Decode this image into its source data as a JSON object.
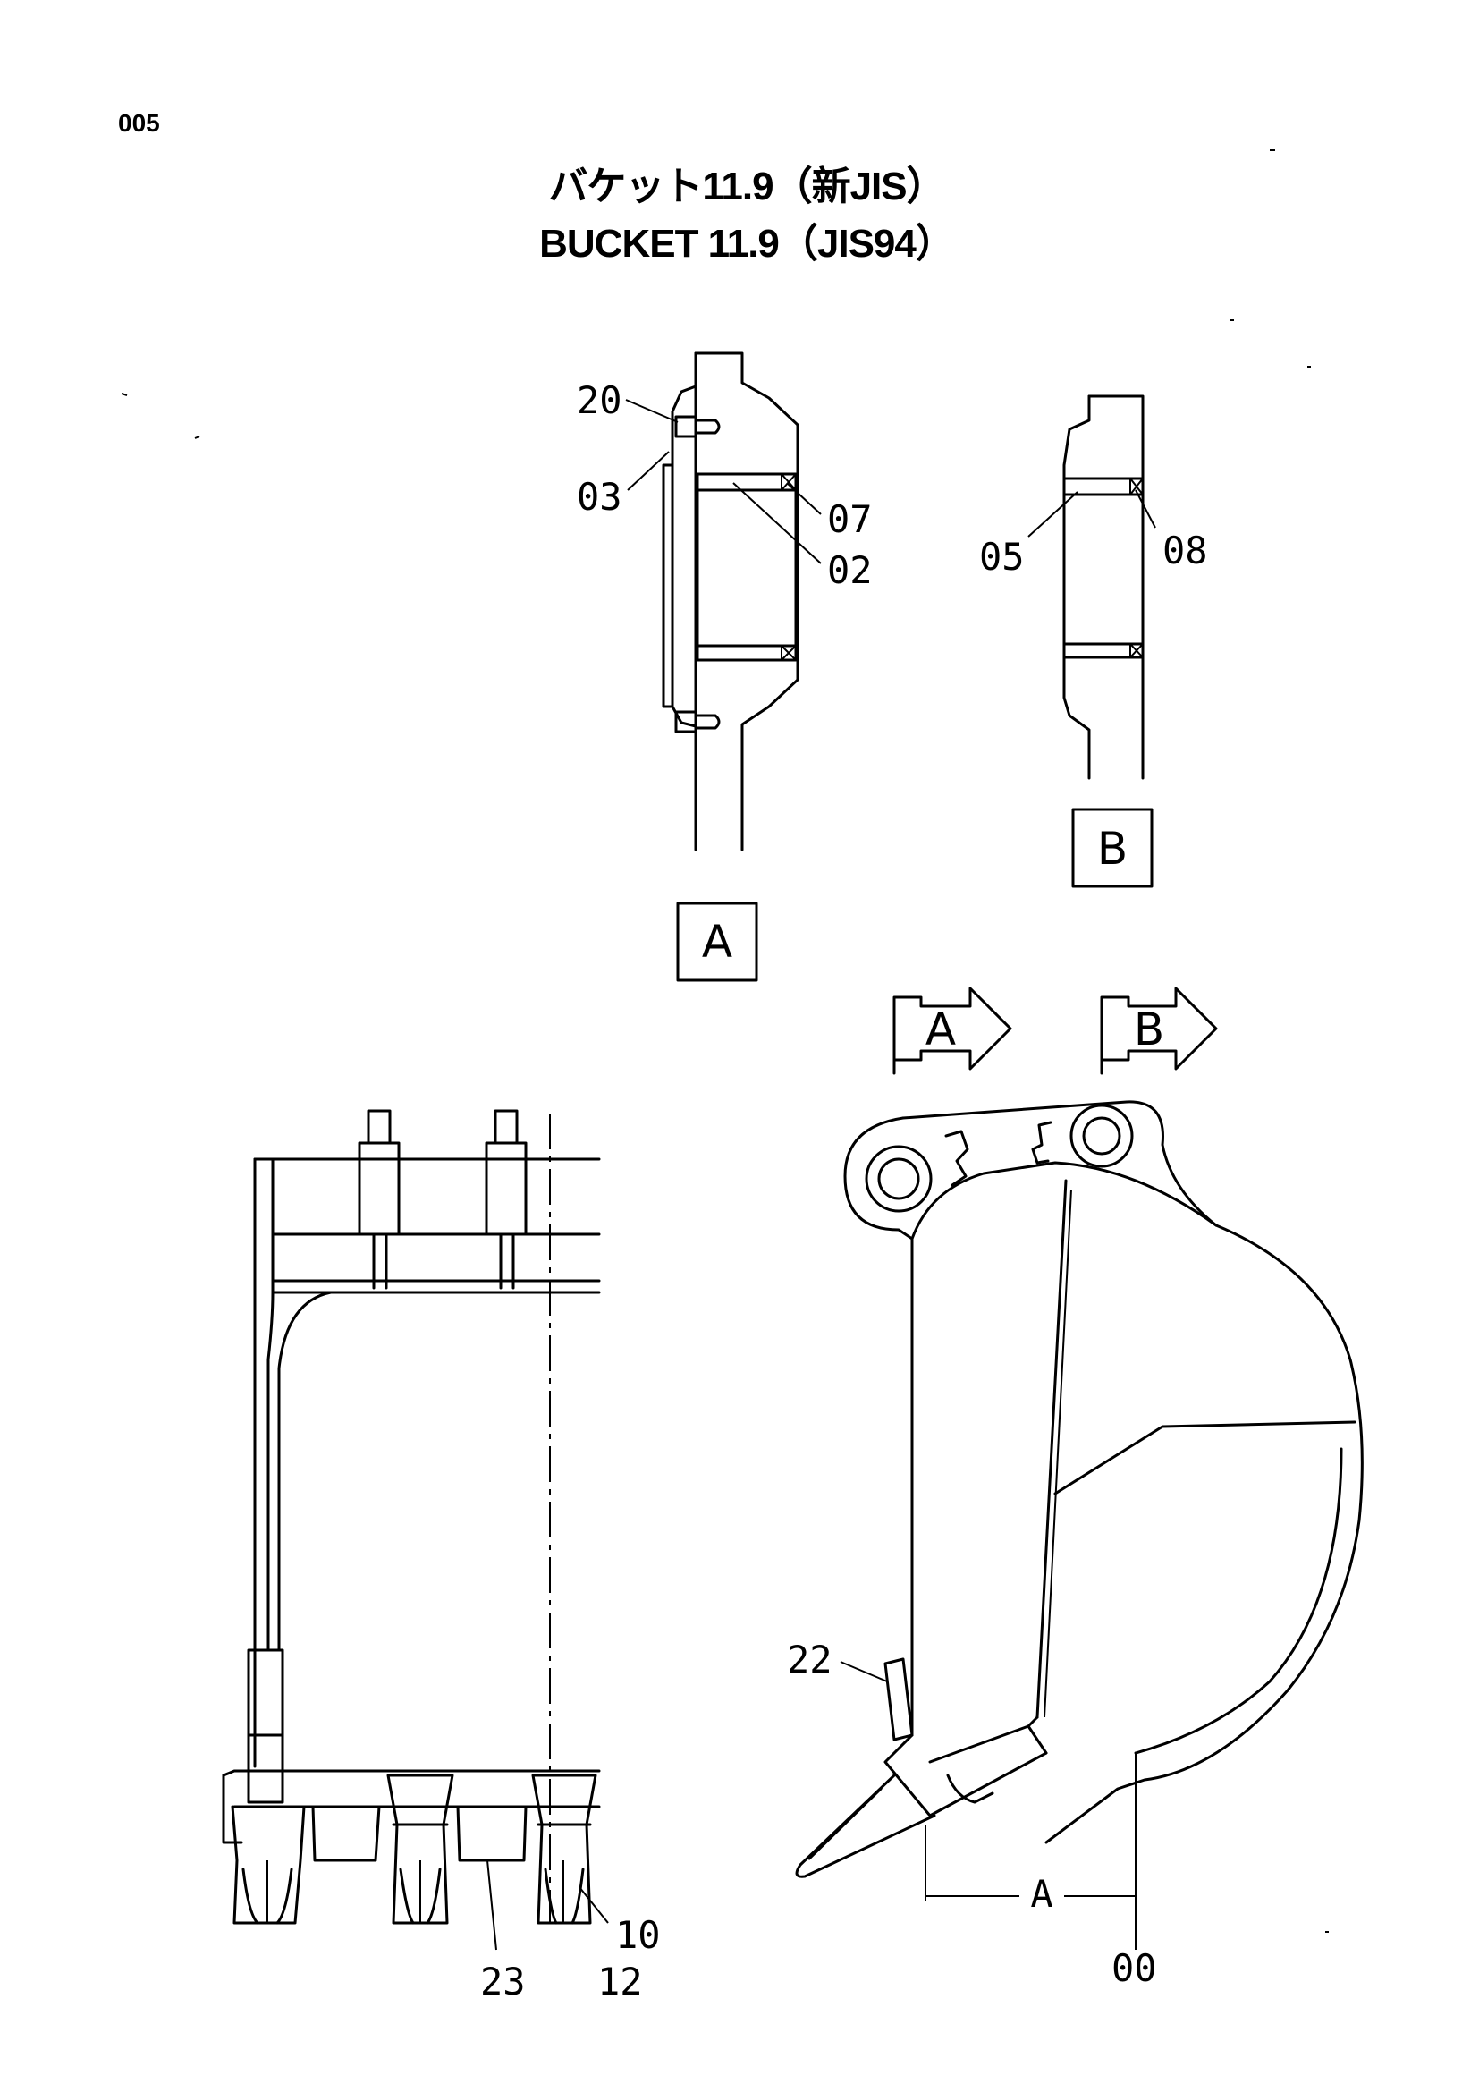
{
  "page_number": "005",
  "title": {
    "japanese": "バケット11.9（新JIS）",
    "english": "BUCKET 11.9（JIS94）"
  },
  "views": {
    "view_a": "A",
    "view_b": "B",
    "arrow_a": "A",
    "arrow_b": "B",
    "dimension_a": "A"
  },
  "part_labels": {
    "p20": "20",
    "p03": "03",
    "p07": "07",
    "p02": "02",
    "p05": "05",
    "p08": "08",
    "p22": "22",
    "p10": "10",
    "p12": "12",
    "p23": "23",
    "p00": "00"
  }
}
